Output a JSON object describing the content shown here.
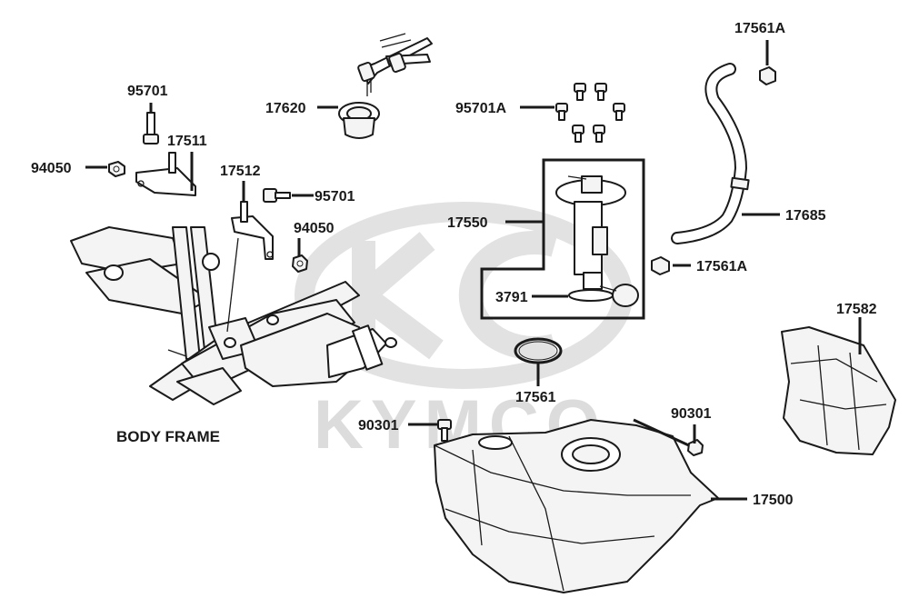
{
  "watermark": {
    "brand": "KYMCO",
    "color": "#dcdcdc"
  },
  "caption": "BODY FRAME",
  "callouts": [
    {
      "id": "17561A-top",
      "text": "17561A"
    },
    {
      "id": "95701-left",
      "text": "95701"
    },
    {
      "id": "17620",
      "text": "17620"
    },
    {
      "id": "95701A",
      "text": "95701A"
    },
    {
      "id": "17511",
      "text": "17511"
    },
    {
      "id": "94050-left",
      "text": "94050"
    },
    {
      "id": "17512",
      "text": "17512"
    },
    {
      "id": "95701-mid",
      "text": "95701"
    },
    {
      "id": "94050-mid",
      "text": "94050"
    },
    {
      "id": "17550",
      "text": "17550"
    },
    {
      "id": "17685",
      "text": "17685"
    },
    {
      "id": "17561A-right",
      "text": "17561A"
    },
    {
      "id": "3791",
      "text": "3791"
    },
    {
      "id": "17582",
      "text": "17582"
    },
    {
      "id": "17561",
      "text": "17561"
    },
    {
      "id": "90301-left",
      "text": "90301"
    },
    {
      "id": "90301-right",
      "text": "90301"
    },
    {
      "id": "17500",
      "text": "17500"
    }
  ]
}
